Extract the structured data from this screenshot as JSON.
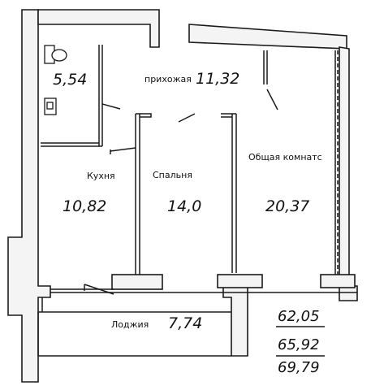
{
  "rooms": {
    "bathroom": {
      "area": "5,54"
    },
    "hallway": {
      "name": "прихожая",
      "area": "11,32"
    },
    "kitchen": {
      "name": "Кухня",
      "area": "10,82"
    },
    "bedroom": {
      "name": "Спальня",
      "area": "14,0"
    },
    "living": {
      "name": "Общая комнатс",
      "area": "20,37"
    },
    "loggia": {
      "name": "Лоджия",
      "area": "7,74"
    }
  },
  "totals": [
    "62,05",
    "65,92",
    "69,79"
  ],
  "colors": {
    "wall": "#1a1a1a",
    "wall_fill": "#f4f4f4",
    "ink": "#111111",
    "paper": "#ffffff"
  }
}
